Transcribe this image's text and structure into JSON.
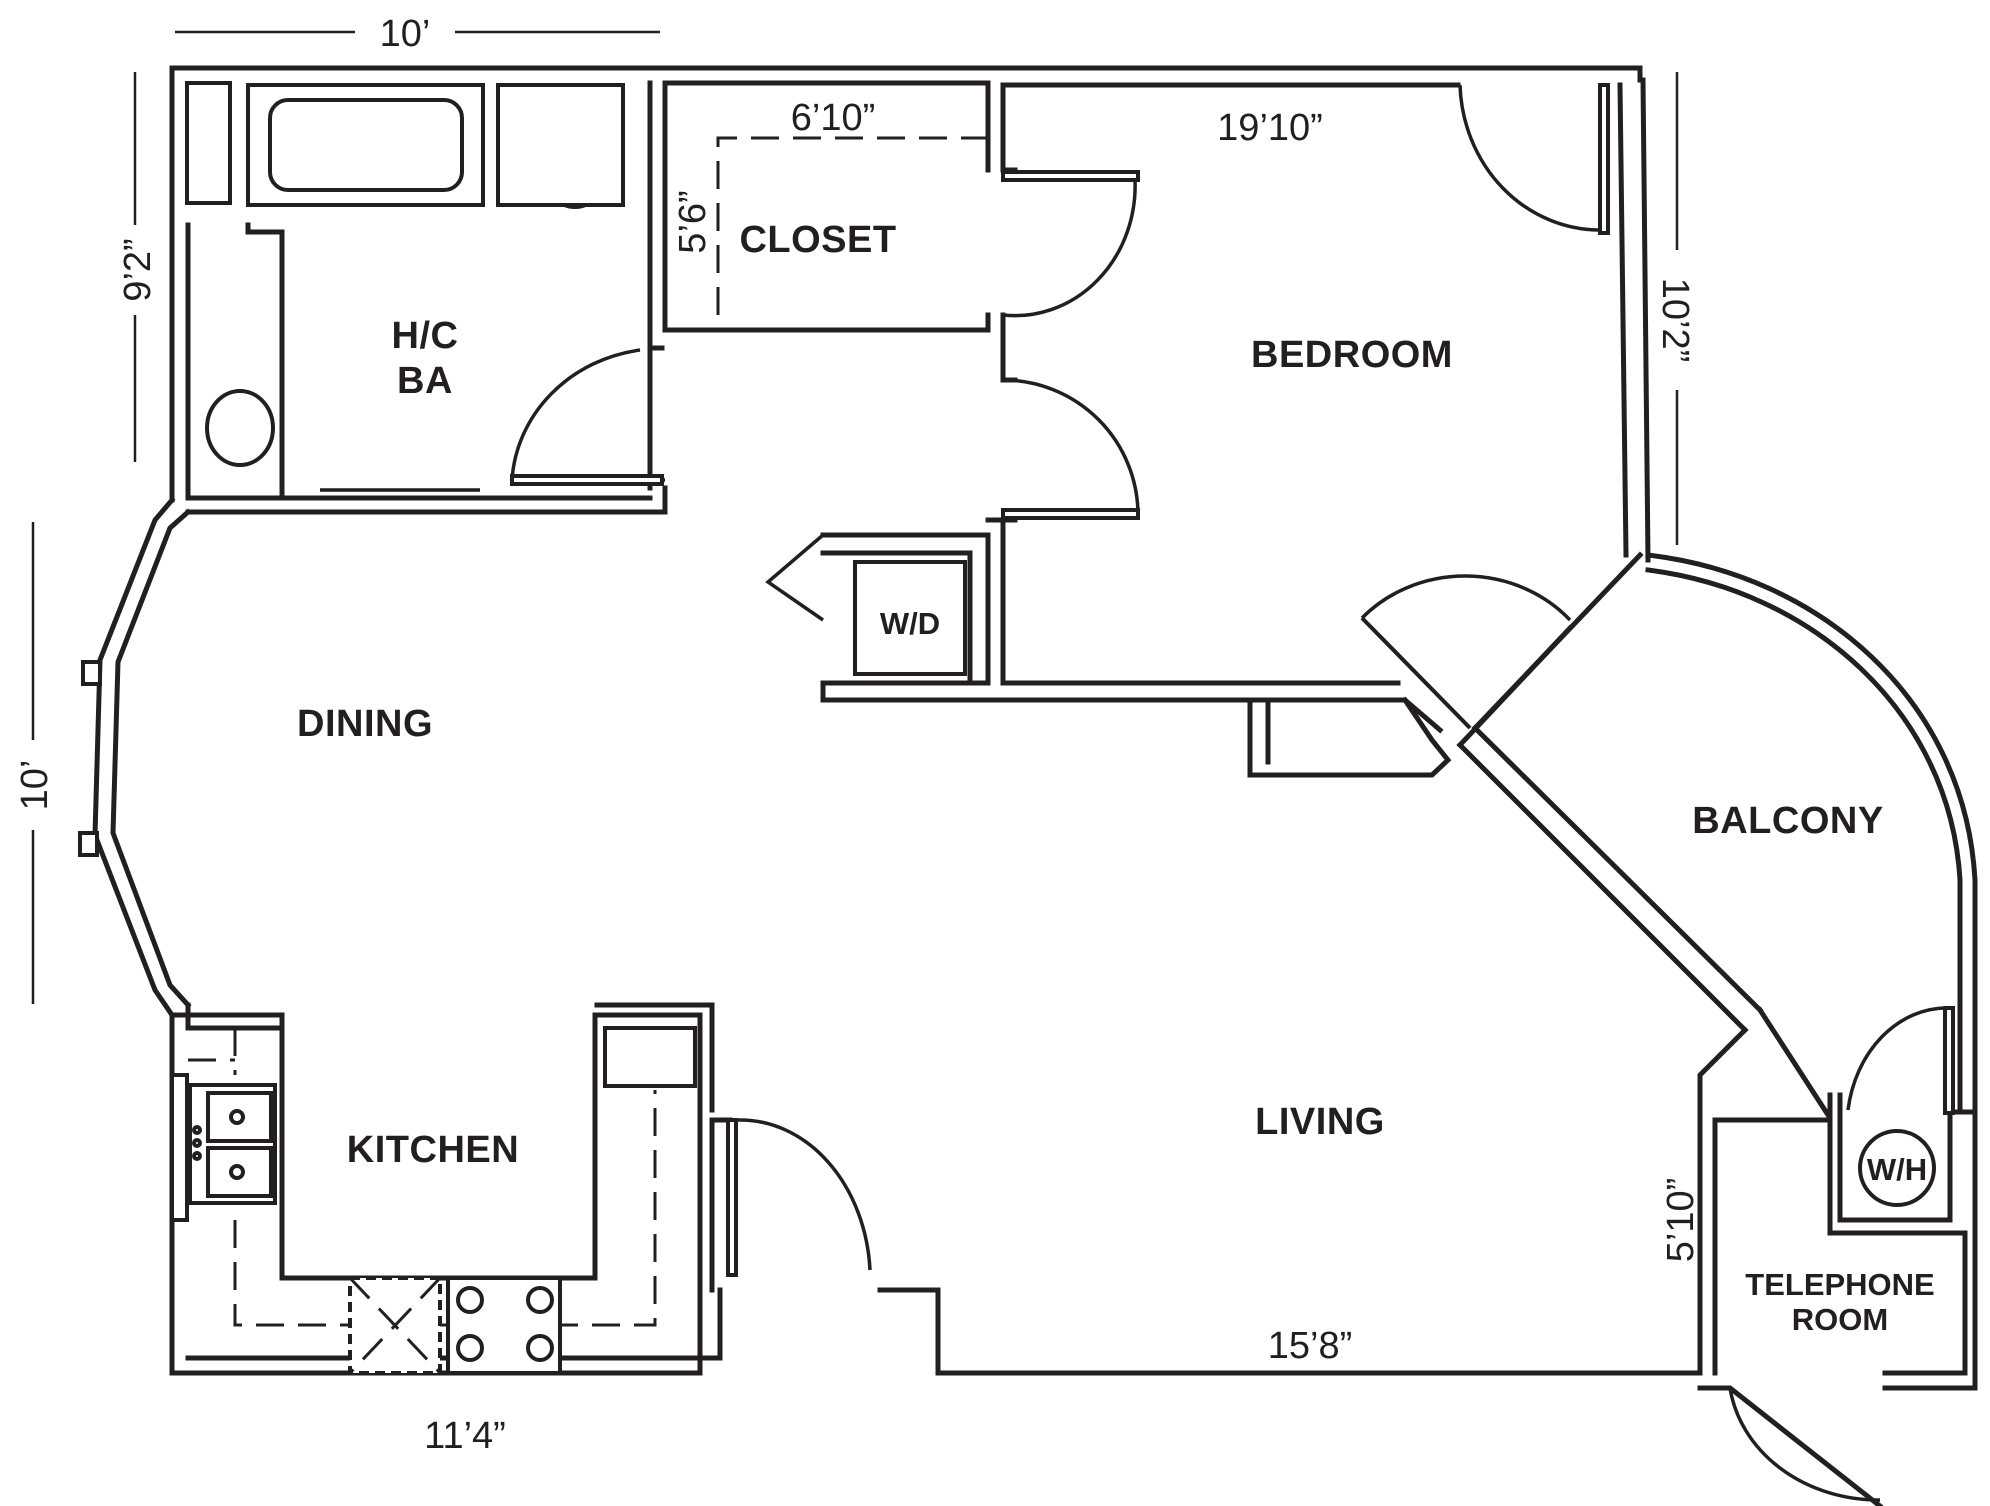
{
  "rooms": {
    "closet": "CLOSET",
    "hc_ba_line1": "H/C",
    "hc_ba_line2": "BA",
    "bedroom": "BEDROOM",
    "wd": "W/D",
    "dining": "DINING",
    "balcony": "BALCONY",
    "kitchen": "KITCHEN",
    "living": "LIVING",
    "wh": "W/H",
    "telephone_line1": "TELEPHONE",
    "telephone_line2": "ROOM"
  },
  "dimensions": {
    "top_width": "10’",
    "bath_height": "9’2”",
    "dining_height": "10’",
    "closet_width": "6’10”",
    "closet_depth": "5’6”",
    "bedroom_width": "19’10”",
    "bedroom_depth": "10’2”",
    "living_depth": "5’10”",
    "living_width": "15’8”",
    "kitchen_width": "11’4”"
  }
}
